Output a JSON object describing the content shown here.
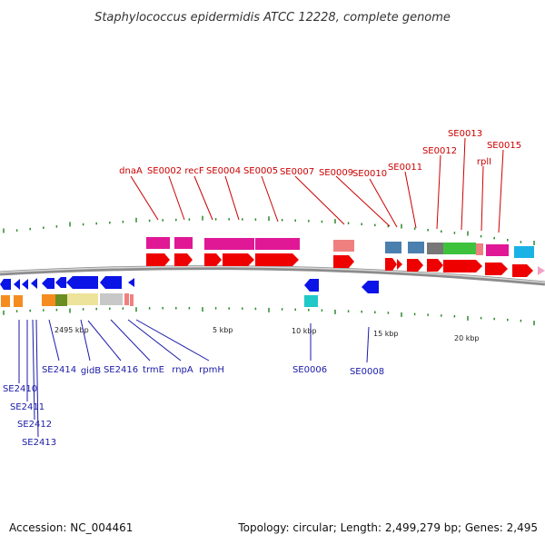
{
  "title": "Staphylococcus epidermidis ATCC 12228, complete genome",
  "footer": {
    "accession": "Accession: NC_004461",
    "summary": "Topology: circular; Length: 2,499,279 bp; Genes: 2,495"
  },
  "ruler": {
    "labels": [
      "2495 kbp",
      "5 kbp",
      "10 kbp",
      "15 kbp",
      "20 kbp"
    ]
  },
  "genes_top": [
    {
      "label": "dnaA"
    },
    {
      "label": "SE0002"
    },
    {
      "label": "recF"
    },
    {
      "label": "SE0004"
    },
    {
      "label": "SE0005"
    },
    {
      "label": "SE0007"
    },
    {
      "label": "SE0009"
    },
    {
      "label": "SE0010"
    },
    {
      "label": "SE0011"
    },
    {
      "label": "SE0012"
    },
    {
      "label": "SE0013"
    },
    {
      "label": "rplI"
    },
    {
      "label": "SE0015"
    }
  ],
  "genes_bottom": [
    {
      "label": "SE2410"
    },
    {
      "label": "SE2411"
    },
    {
      "label": "SE2412"
    },
    {
      "label": "SE2413"
    },
    {
      "label": "SE2414"
    },
    {
      "label": "gidB"
    },
    {
      "label": "SE2416"
    },
    {
      "label": "trmE"
    },
    {
      "label": "rnpA"
    },
    {
      "label": "rpmH"
    },
    {
      "label": "SE0006"
    },
    {
      "label": "SE0008"
    }
  ],
  "colors": {
    "forward_cds": "#ee0000",
    "reverse_cds": "#0000ee",
    "backbone": "#888888",
    "tick": "#2a8a2a",
    "label_top": "#cc0000",
    "label_bottom": "#1a1aa8"
  }
}
